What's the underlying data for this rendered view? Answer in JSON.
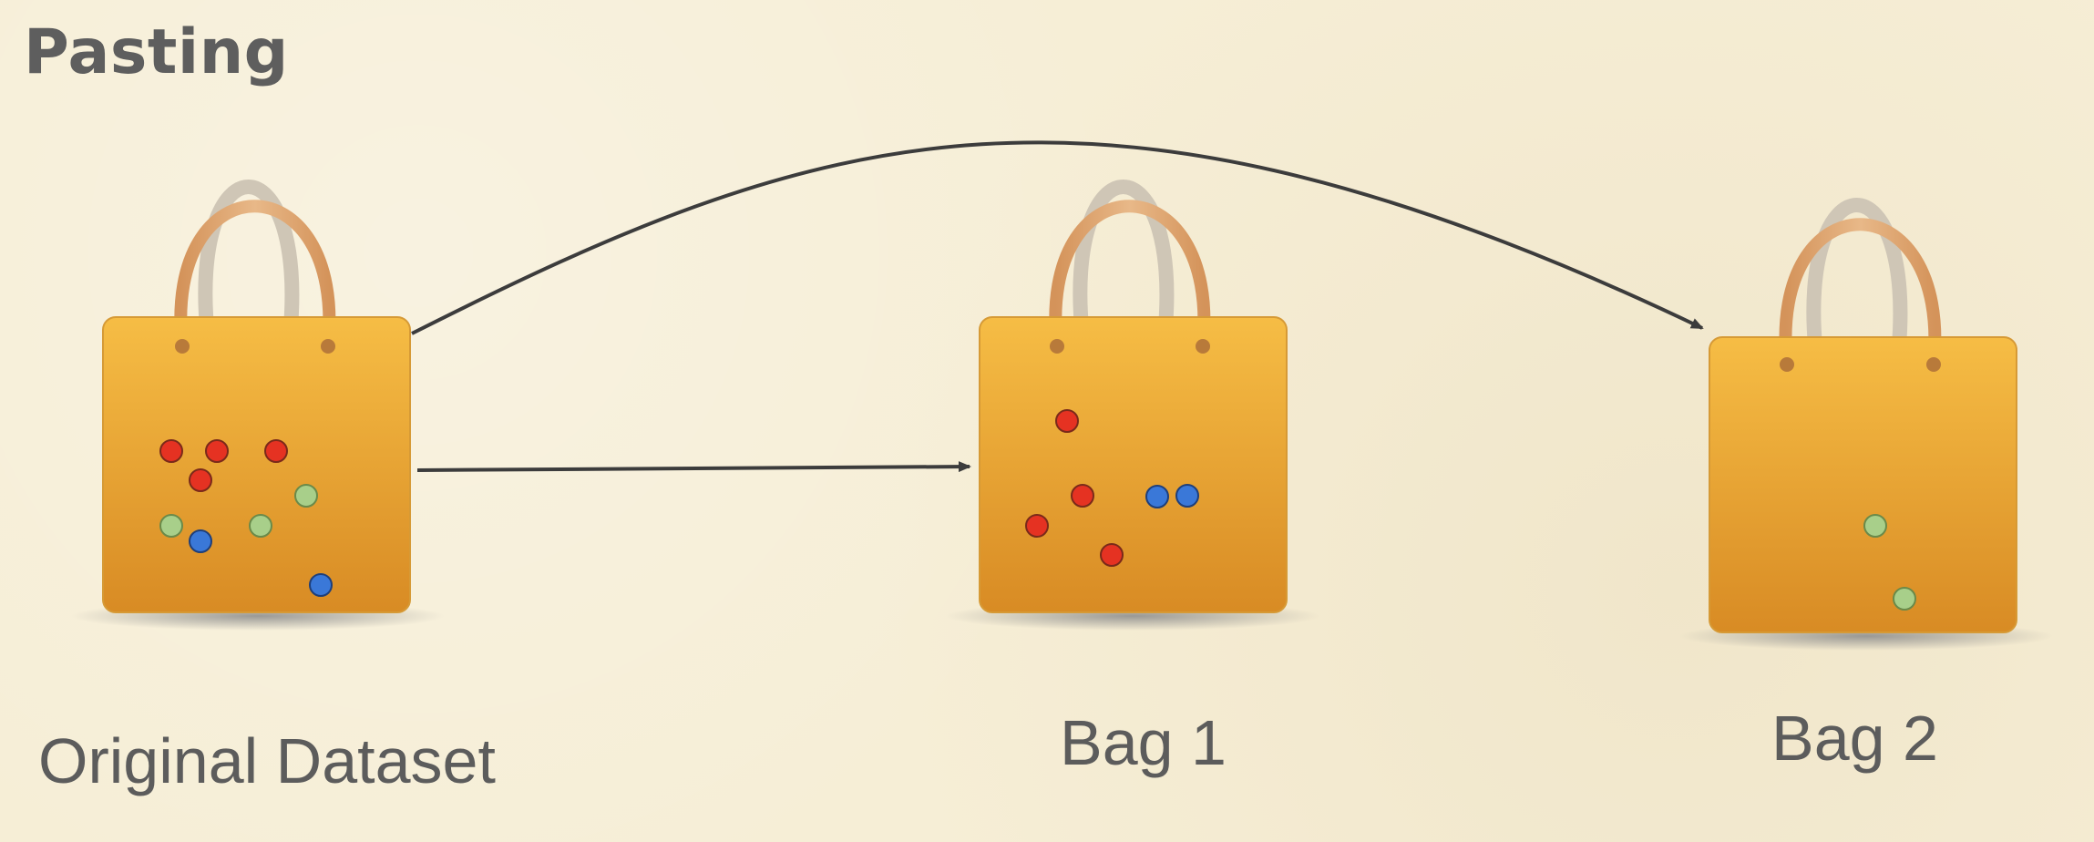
{
  "title": "Pasting",
  "labels": {
    "original": "Original Dataset",
    "bag1": "Bag 1",
    "bag2": "Bag 2"
  },
  "colors": {
    "bag_top": "#f4b63c",
    "bag_bottom": "#d98d22",
    "handle": "#d9a060",
    "handle_back": "#cfc7b8",
    "arrow": "#3c3c3c",
    "dot_red": "#e53222",
    "dot_green": "#a8cf8a",
    "dot_blue": "#3a78d8"
  },
  "bags": [
    {
      "name": "original",
      "dots": [
        "red",
        "red",
        "red",
        "red",
        "green",
        "green",
        "green",
        "blue",
        "blue"
      ]
    },
    {
      "name": "bag1",
      "dots": [
        "red",
        "red",
        "red",
        "red",
        "blue",
        "blue"
      ]
    },
    {
      "name": "bag2",
      "dots": [
        "green",
        "green"
      ]
    }
  ]
}
